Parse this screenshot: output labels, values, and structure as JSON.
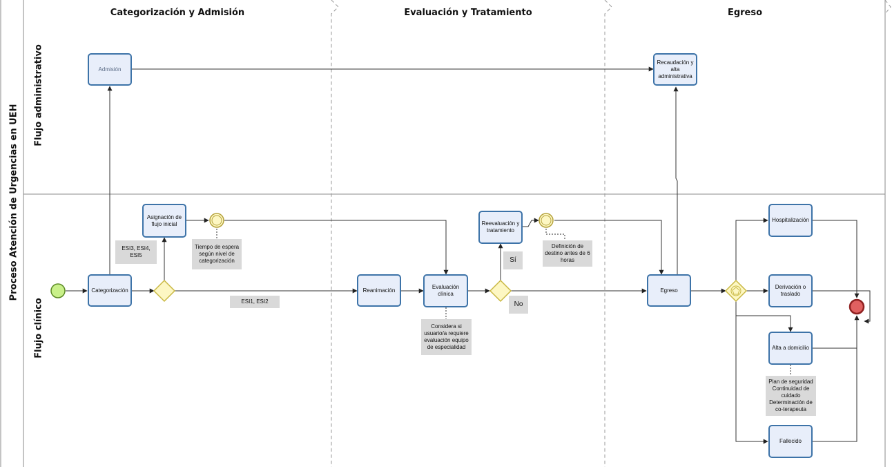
{
  "pool": {
    "title": "Proceso Atención de Urgencias en UEH"
  },
  "phases": [
    "Categorización y Admisión",
    "Evaluación y Tratamiento",
    "Egreso"
  ],
  "lanes": {
    "admin": "Flujo administrativo",
    "clinical": "Flujo clínico"
  },
  "tasks": {
    "admision": "Admisión",
    "recaudacion": "Recaudación y alta administrativa",
    "categorizacion": "Categorización",
    "asignacion": "Asignación de flujo inicial",
    "reanimacion": "Reanimación",
    "evaluacion": "Evaluación clínica",
    "reevaluacion": "Reevaluación y tratamiento",
    "egreso": "Egreso",
    "hospitalizacion": "Hospitalización",
    "derivacion": "Derivación o traslado",
    "alta_domicilio": "Alta a domicilio",
    "fallecido": "Fallecido"
  },
  "annotations": {
    "esi345": "ESI3, ESI4, ESI5",
    "esi12": "ESI1, ESI2",
    "tiempo_espera": "Tiempo de espera según nivel de categorización",
    "considera": "Considera si usuario/a requiere evaluación equipo de especialidad",
    "si": "Sí",
    "no": "No",
    "definicion_destino": "Definición de destino antes de 6 horas",
    "plan_seguridad": "Plan de seguridad Continuidad de cuidado Determinación de co-terapeuta"
  },
  "colors": {
    "task_fill": "#e8eefa",
    "task_border": "#3d73a8",
    "gateway_fill": "#fdf7c3",
    "gateway_border": "#c9b843",
    "start_event": "#c9f08a",
    "end_event": "#e06060",
    "note_fill": "#d9d9d9"
  }
}
